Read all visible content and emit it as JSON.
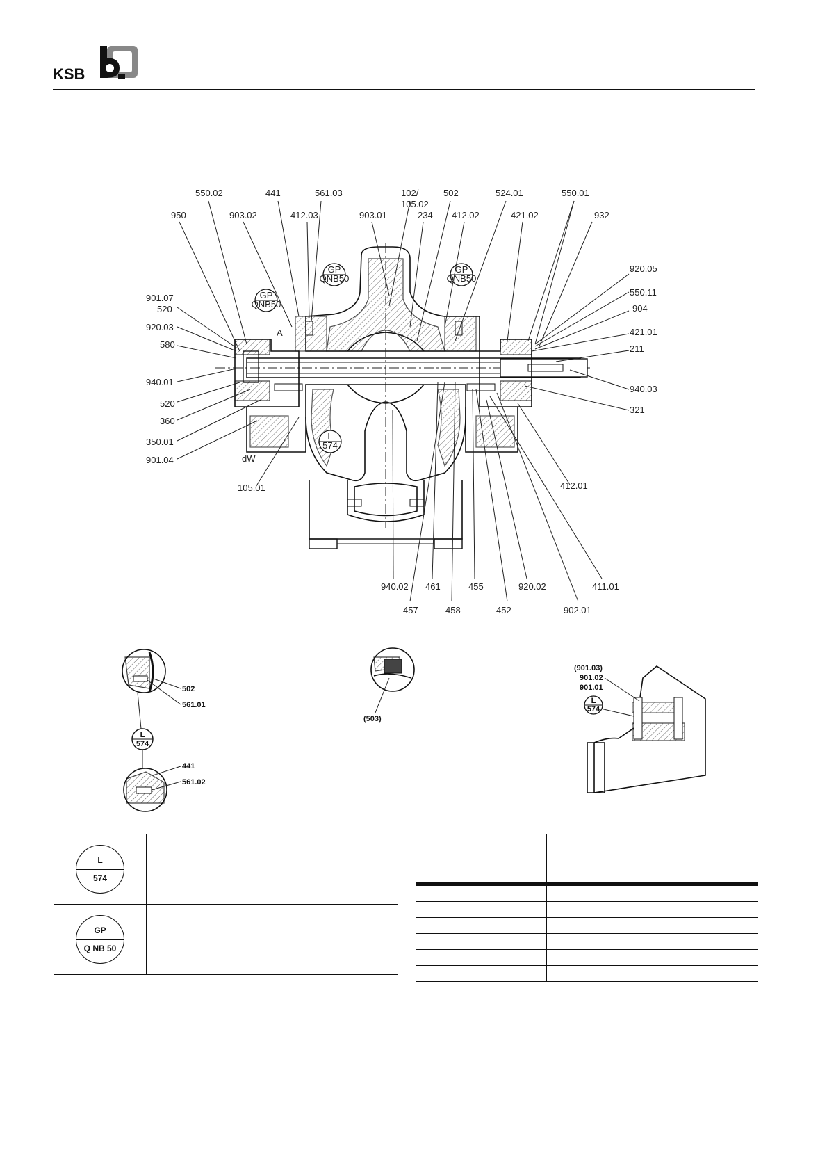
{
  "header": {
    "brand": "KSB"
  },
  "main_drawing": {
    "labels_top": [
      "550.02",
      "441",
      "561.03",
      "102/",
      "105.02",
      "502",
      "524.01",
      "550.01",
      "950",
      "903.02",
      "412.03",
      "903.01",
      "234",
      "412.02",
      "421.02",
      "932"
    ],
    "labels_right": [
      "920.05",
      "550.11",
      "904",
      "421.01",
      "211",
      "940.03",
      "321",
      "412.01"
    ],
    "labels_left": [
      "901.07",
      "520",
      "920.03",
      "580",
      "940.01",
      "520",
      "360",
      "350.01",
      "901.04",
      "105.01"
    ],
    "labels_bottom": [
      "940.02",
      "461",
      "455",
      "920.02",
      "411.01",
      "457",
      "458",
      "452",
      "902.01"
    ],
    "labels_misc": [
      "A",
      "dW"
    ],
    "symbols": {
      "gp_top": "GP",
      "gp_bottom": "QNB50",
      "l_top": "L",
      "l_bottom": "574"
    }
  },
  "detail_left": {
    "labels": [
      "502",
      "561.01",
      "441",
      "561.02"
    ],
    "symbol_top": "L",
    "symbol_bottom": "574"
  },
  "detail_middle": {
    "labels": [
      "(503)"
    ]
  },
  "detail_right": {
    "labels": [
      "(901.03)",
      "901.02",
      "901.01"
    ],
    "symbol_top": "L",
    "symbol_bottom": "574"
  },
  "legend": [
    {
      "top": "L",
      "bottom": "574"
    },
    {
      "top": "GP",
      "bottom": "Q NB 50"
    }
  ]
}
